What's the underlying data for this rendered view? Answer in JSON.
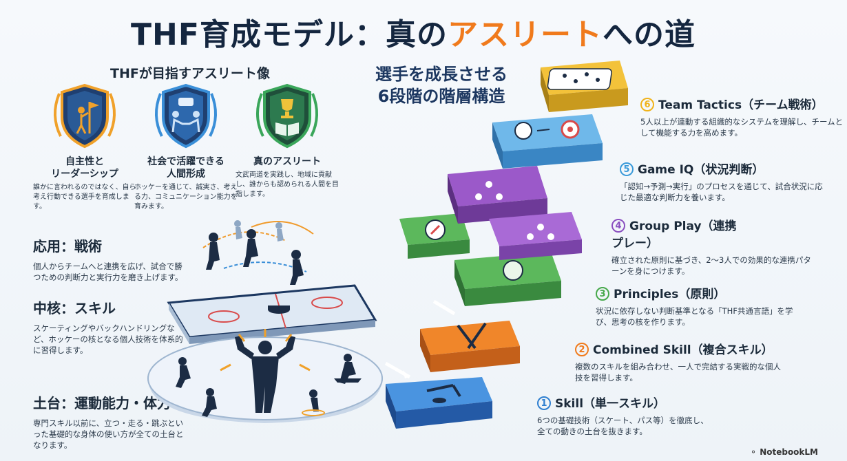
{
  "title": {
    "prefix": "THF育成モデル：真の",
    "accent": "アスリート",
    "suffix": "への道"
  },
  "athlete_section": {
    "heading": "THFが目指すアスリート像",
    "badges": [
      {
        "name": "自主性と\nリーダーシップ",
        "desc": "誰かに言われるのではなく、自ら考え行動できる選手を育成します。",
        "icon": "flag-person-icon",
        "color": "#f0a12a"
      },
      {
        "name": "社会で活躍できる\n人間形成",
        "desc": "ホッケーを通じて、誠実さ、考える力、コミュニケーション能力を育みます。",
        "icon": "handshake-icon",
        "color": "#3a8fd8"
      },
      {
        "name": "真のアスリート",
        "desc": "文武両道を実践し、地域に貢献し、誰からも認められる人間を目指します。",
        "icon": "trophy-book-icon",
        "color": "#3aa65a"
      }
    ]
  },
  "pillars": [
    {
      "title": "応用：戦術",
      "desc": "個人からチームへと連携を広げ、試合で勝つための判断力と実行力を磨き上げます。"
    },
    {
      "title": "中核：スキル",
      "desc": "スケーティングやバックハンドリングなど、ホッケーの核となる個人技術を体系的に習得します。"
    },
    {
      "title": "土台：運動能力・体力",
      "desc": "専門スキル以前に、立つ・走る・跳ぶといった基礎的な身体の使い方が全ての土台となります。"
    }
  ],
  "stairs_heading": "選手を成長させる\n6段階の階層構造",
  "steps": [
    {
      "num": "6",
      "title": "Team Tactics（チーム戦術）",
      "desc": "5人以上が連動する組織的なシステムを理解し、チームとして機能する力を高めます。",
      "color": "#f0b31a",
      "icon": "rink-tactics-icon"
    },
    {
      "num": "5",
      "title": "Game IQ（状況判断）",
      "desc": "「認知→予測→実行」のプロセスを通じて、試合状況に応じた最適な判断力を養います。",
      "color": "#3a9ad9",
      "icon": "brain-target-icon"
    },
    {
      "num": "4",
      "title": "Group Play（連携プレー）",
      "desc": "確立された原則に基づき、2〜3人での効果的な連携パターンを身につけます。",
      "color": "#8a4fc0",
      "icon": "team-network-icon"
    },
    {
      "num": "3",
      "title": "Principles（原則）",
      "desc": "状況に依存しない判断基準となる「THF共通言語」を学び、思考の核を作ります。",
      "color": "#46a84a",
      "icon": "compass-head-icon"
    },
    {
      "num": "2",
      "title": "Combined Skill（複合スキル）",
      "desc": "複数のスキルを組み合わせ、一人で完結する実戦的な個人技を習得します。",
      "color": "#f07a1c",
      "icon": "crossed-sticks-icon"
    },
    {
      "num": "1",
      "title": "Skill（単一スキル）",
      "desc": "6つの基礎技術（スケート、パス等）を徹底し、全ての動きの土台を抜きます。",
      "color": "#2f7fd0",
      "icon": "stick-puck-icon"
    }
  ],
  "footer": "NotebookLM"
}
